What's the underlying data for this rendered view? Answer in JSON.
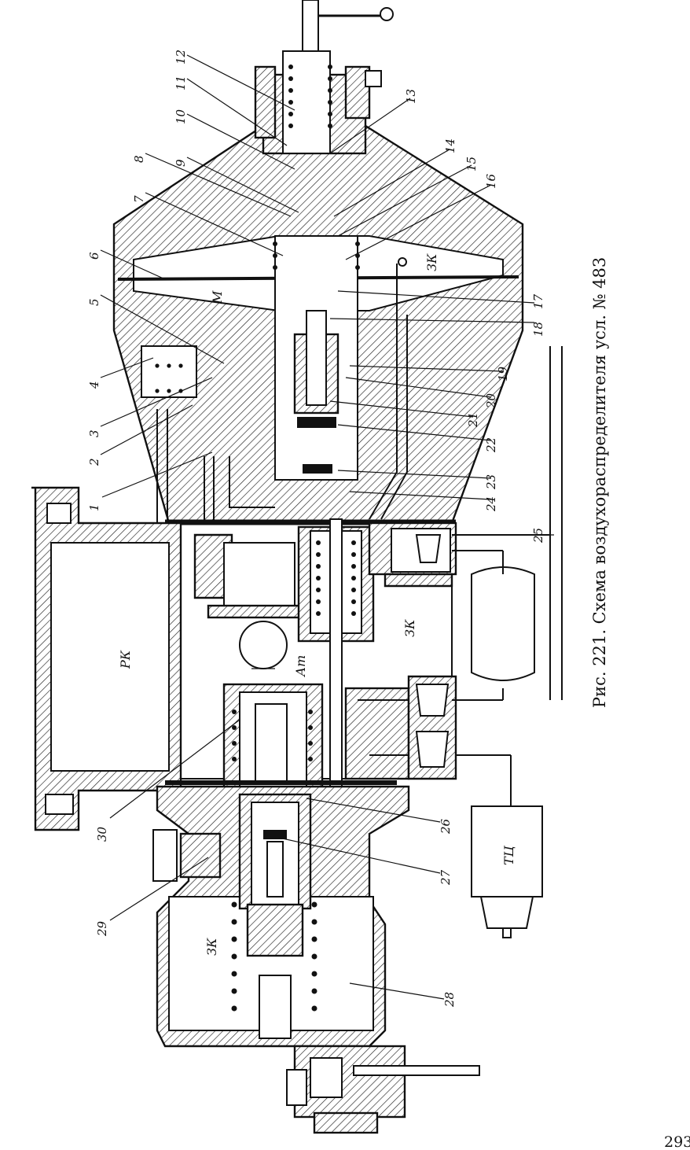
{
  "caption": "Рис. 221. Схема воздухораспределителя усл. № 483",
  "page_number": "293",
  "zones": {
    "m": "М",
    "zk_upper": "ЗК",
    "rk": "РК",
    "at": "Ат",
    "zk_middle": "ЗК",
    "zk_lower": "ЗК",
    "tc": "ТЦ"
  },
  "part_numbers": [
    "1",
    "2",
    "3",
    "4",
    "5",
    "6",
    "7",
    "8",
    "9",
    "10",
    "11",
    "12",
    "13",
    "14",
    "15",
    "16",
    "17",
    "18",
    "19",
    "20",
    "21",
    "22",
    "23",
    "24",
    "25",
    "26",
    "27",
    "28",
    "29",
    "30"
  ]
}
